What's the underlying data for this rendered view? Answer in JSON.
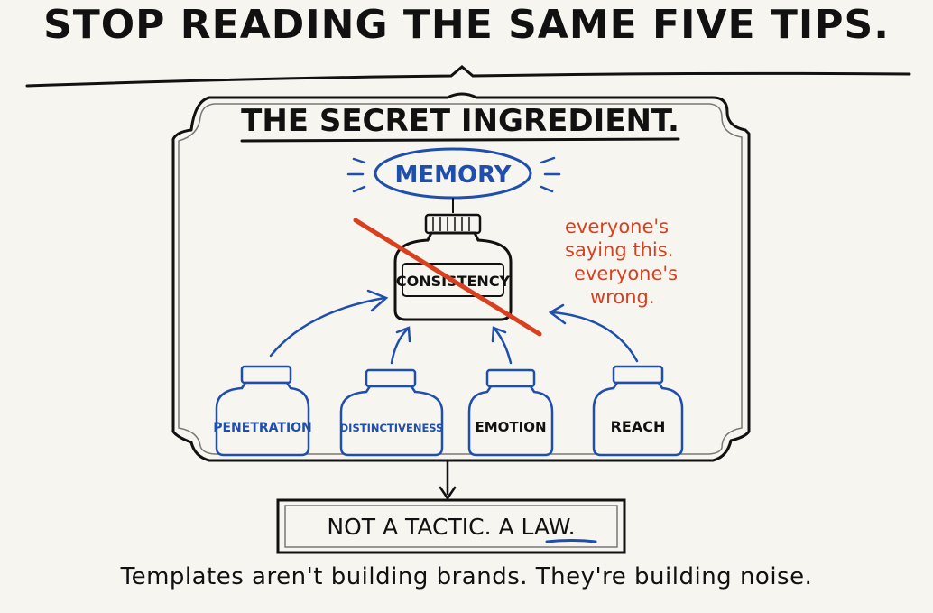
{
  "headline": "STOP READING THE SAME FIVE TIPS.",
  "panel_title": "THE SECRET INGREDIENT.",
  "memory_label": "MEMORY",
  "center_jar_label": "CONSISTENCY",
  "annotation_lines": [
    "everyone's",
    "saying this.",
    "everyone's",
    "wrong."
  ],
  "jars": [
    {
      "label": "PENETRATION"
    },
    {
      "label": "DISTINCTIVENESS"
    },
    {
      "label": "EMOTION"
    },
    {
      "label": "REACH"
    }
  ],
  "law_box": {
    "prefix": "NOT A TACTIC. A ",
    "emphasis": "LAW",
    "suffix": "."
  },
  "footer": "Templates aren't building brands. They're building noise.",
  "colors": {
    "ink": "#111111",
    "blue": "#1f4fae",
    "red": "#d8401f",
    "paper": "#f7f5ef"
  }
}
